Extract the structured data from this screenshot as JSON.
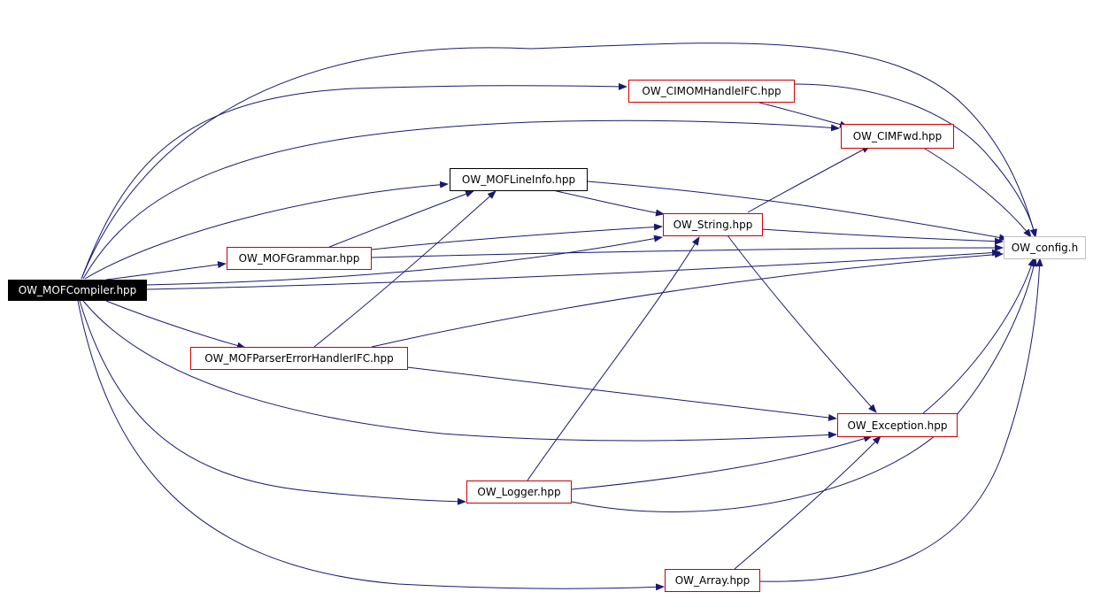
{
  "diagram": {
    "colors": {
      "edge": "#191970",
      "root_fill": "#000000",
      "root_text": "#ffffff",
      "node_border_red": "#cc0000",
      "node_border_black": "#000000",
      "node_border_gray": "#bfbfbf"
    },
    "nodes": {
      "mofcompiler": "OW_MOFCompiler.hpp",
      "cimomhandleifc": "OW_CIMOMHandleIFC.hpp",
      "cimfwd": "OW_CIMFwd.hpp",
      "moflineinfo": "OW_MOFLineInfo.hpp",
      "string": "OW_String.hpp",
      "mofgrammar": "OW_MOFGrammar.hpp",
      "config": "OW_config.h",
      "mofparsererrorhandlerifc": "OW_MOFParserErrorHandlerIFC.hpp",
      "exception": "OW_Exception.hpp",
      "logger": "OW_Logger.hpp",
      "array": "OW_Array.hpp"
    },
    "edges": [
      [
        "mofcompiler",
        "config"
      ],
      [
        "mofcompiler",
        "cimomhandleifc"
      ],
      [
        "mofcompiler",
        "cimfwd"
      ],
      [
        "mofcompiler",
        "moflineinfo"
      ],
      [
        "mofcompiler",
        "mofgrammar"
      ],
      [
        "mofcompiler",
        "string"
      ],
      [
        "mofcompiler",
        "mofparsererrorhandlerifc"
      ],
      [
        "mofcompiler",
        "exception"
      ],
      [
        "mofcompiler",
        "logger"
      ],
      [
        "mofcompiler",
        "array"
      ],
      [
        "cimomhandleifc",
        "config"
      ],
      [
        "cimomhandleifc",
        "cimfwd"
      ],
      [
        "cimfwd",
        "config"
      ],
      [
        "moflineinfo",
        "config"
      ],
      [
        "moflineinfo",
        "string"
      ],
      [
        "string",
        "cimfwd"
      ],
      [
        "string",
        "config"
      ],
      [
        "string",
        "exception"
      ],
      [
        "mofgrammar",
        "moflineinfo"
      ],
      [
        "mofgrammar",
        "string"
      ],
      [
        "mofgrammar",
        "config"
      ],
      [
        "mofparsererrorhandlerifc",
        "moflineinfo"
      ],
      [
        "mofparsererrorhandlerifc",
        "config"
      ],
      [
        "mofparsererrorhandlerifc",
        "exception"
      ],
      [
        "exception",
        "config"
      ],
      [
        "logger",
        "string"
      ],
      [
        "logger",
        "exception"
      ],
      [
        "logger",
        "config"
      ],
      [
        "array",
        "exception"
      ],
      [
        "array",
        "config"
      ]
    ]
  }
}
